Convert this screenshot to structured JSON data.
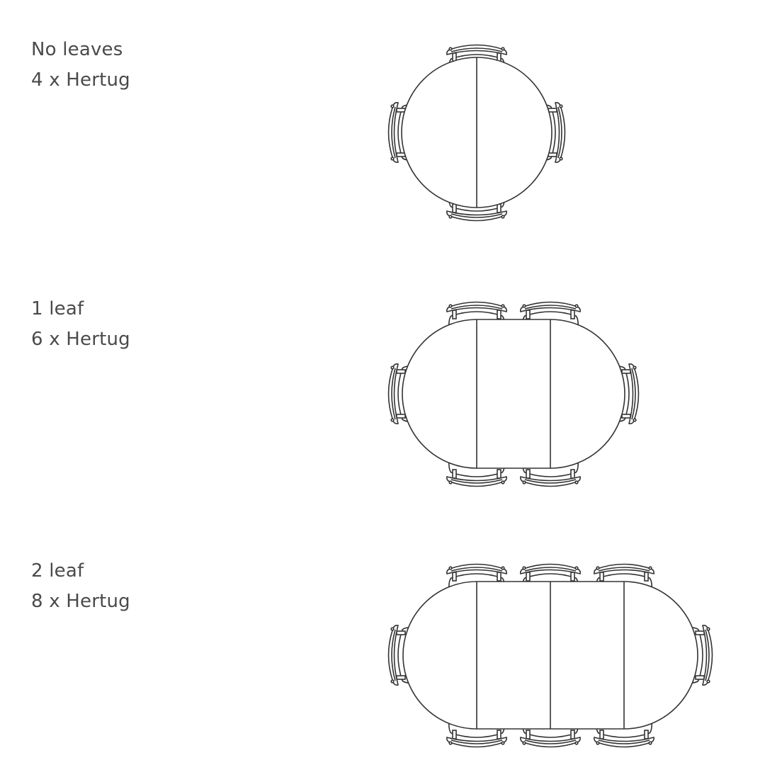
{
  "configurations": [
    {
      "title": "No leaves",
      "seating": "4 x Hertug",
      "leaves": 0,
      "chairs": 4
    },
    {
      "title": "1 leaf",
      "seating": "6 x Hertug",
      "leaves": 1,
      "chairs": 6
    },
    {
      "title": "2 leaf",
      "seating": "8 x Hertug",
      "leaves": 2,
      "chairs": 8
    }
  ],
  "colors": {
    "text": "#4a4a4a",
    "line": "#333333",
    "background": "#ffffff"
  }
}
